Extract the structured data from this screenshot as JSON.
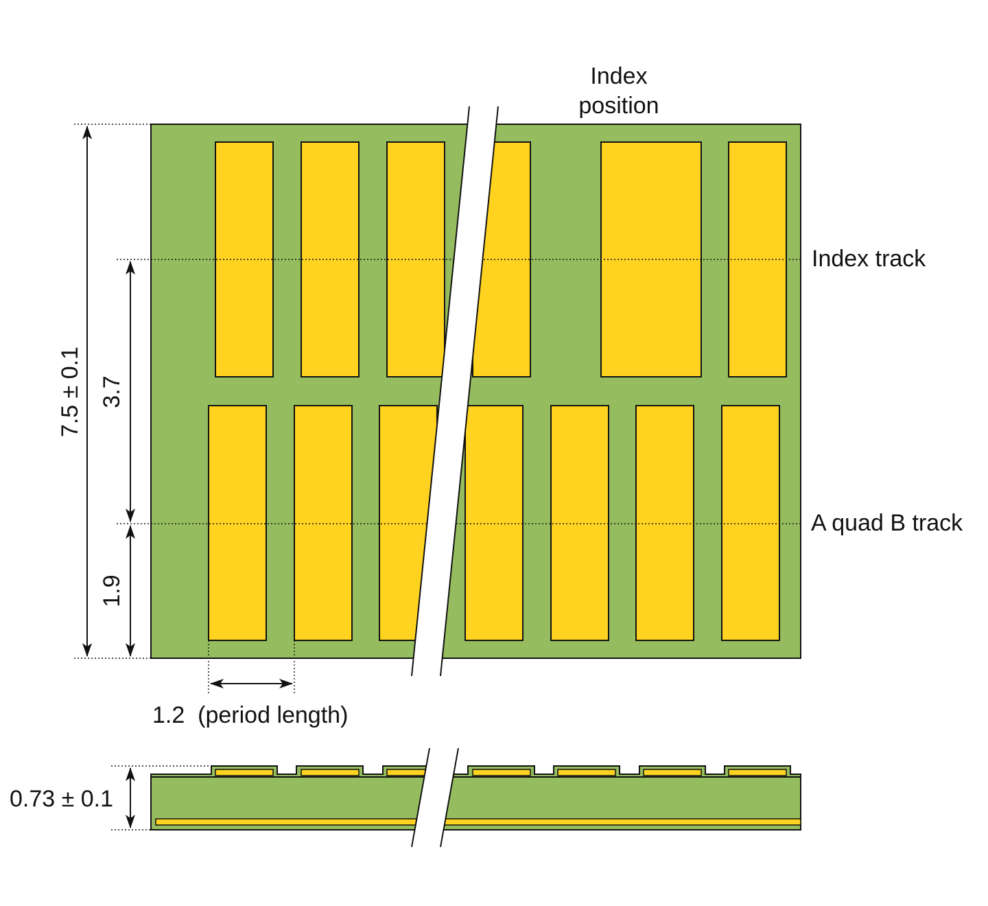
{
  "labels": {
    "index_position_line1": "Index",
    "index_position_line2": "position",
    "index_track": "Index track",
    "aquadb_track": "A quad B track",
    "overall_height": "7.5 ± 0.1",
    "index_offset": "3.7",
    "aquadb_offset": "1.9",
    "period": "1.2  (period length)",
    "thickness": "0.73 ± 0.1"
  },
  "colors": {
    "substrate": "#95BD5F",
    "gold": "#FFD320",
    "outline": "#111111",
    "background": "#FFFFFF"
  }
}
